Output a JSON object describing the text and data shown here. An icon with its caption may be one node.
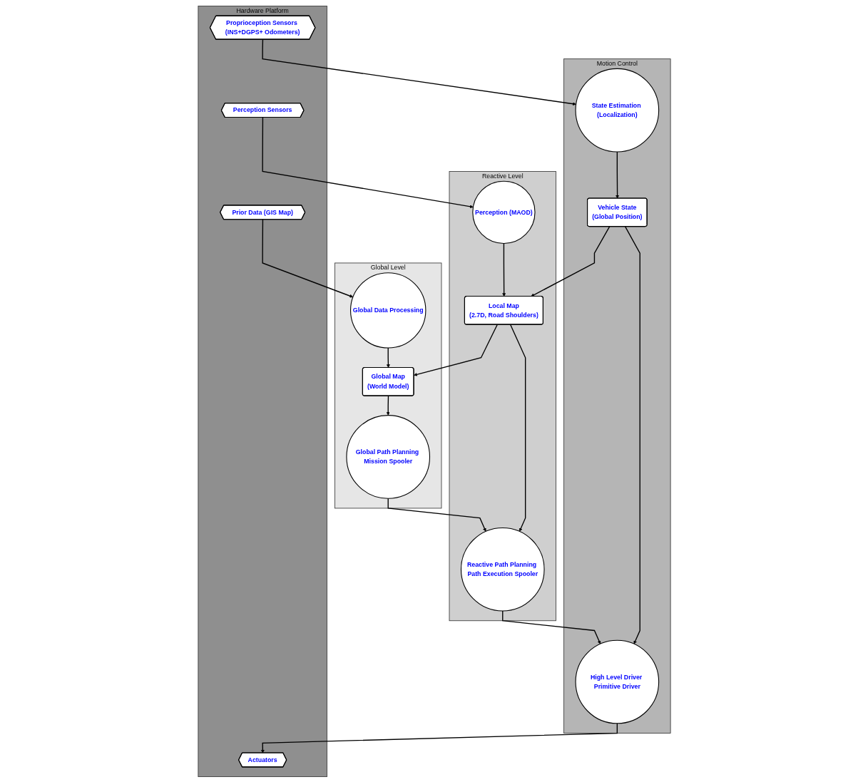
{
  "diagram": {
    "nodes": [
      {
        "text": [
          "Global Level"
        ]
      },
      {
        "text": [
          "Global Data Processing"
        ],
        "in": 0
      },
      {
        "text": [
          "Global Map",
          "(World Model)"
        ],
        "in": 0
      },
      {
        "text": [
          "Global Path Planning Mission Spooler"
        ],
        "in": 0
      },
      {
        "text": [
          "Reactive Level"
        ]
      },
      {
        "text": [
          "Perception (MAOD)"
        ],
        "in": 4
      },
      {
        "text": [
          "Local Map",
          "(2.7D, Road Shoulders)"
        ],
        "in": 4
      },
      {
        "text": [
          "Reactive Path Planning Path Execution Spooler"
        ],
        "in": 4
      },
      {
        "text": [
          "Motion Control"
        ]
      },
      {
        "text": [
          "State Estimation (Localization)"
        ],
        "in": 8
      },
      {
        "text": [
          "Vehicle State",
          "(Global Position)"
        ],
        "in": 8
      },
      {
        "text": [
          "High Level Driver Primitive Driver"
        ],
        "in": 8
      },
      {
        "text": [
          "Hardware Platform"
        ]
      },
      {
        "text": [
          "Proprioception Sensors (INS+DGPS+ Odometers)"
        ],
        "in": 12
      },
      {
        "text": [
          "Perception Sensors"
        ],
        "in": 12
      },
      {
        "text": [
          "Prior Data (GIS Map)"
        ],
        "in": 12
      },
      {
        "text": [
          "Actuators"
        ],
        "in": 12
      }
    ],
    "edges": [
      {
        "from": 1,
        "to": 2,
        "arrow": "to"
      },
      {
        "from": 2,
        "to": 3,
        "arrow": "to"
      },
      {
        "from": 3,
        "to": 7,
        "arrow": "to"
      },
      {
        "from": 5,
        "to": 6,
        "arrow": "to"
      },
      {
        "from": 6,
        "to": 7,
        "arrow": "to"
      },
      {
        "from": 6,
        "to": 2,
        "arrow": "to"
      },
      {
        "from": 7,
        "to": 11,
        "arrow": "to"
      },
      {
        "from": 9,
        "to": 10,
        "arrow": "to"
      },
      {
        "from": 10,
        "to": 11,
        "arrow": "to"
      },
      {
        "from": 10,
        "to": 6,
        "arrow": "to"
      },
      {
        "from": 11,
        "to": 16,
        "arrow": "to"
      },
      {
        "from": 13,
        "to": 9,
        "arrow": "to"
      },
      {
        "from": 14,
        "to": 5,
        "arrow": "to"
      },
      {
        "from": 15,
        "to": 1,
        "arrow": "to"
      }
    ]
  }
}
